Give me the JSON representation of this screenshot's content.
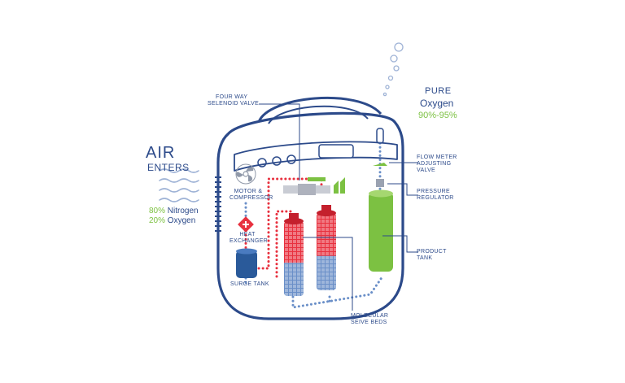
{
  "air": {
    "title": "AIR",
    "subtitle": "ENTERS",
    "nitrogen_pct": "80%",
    "nitrogen_label": " Nitrogen",
    "oxygen_pct": "20%",
    "oxygen_label": " Oxygen"
  },
  "pure": {
    "title": "PURE",
    "subtitle": "Oxygen",
    "range": "90%-95%"
  },
  "labels": {
    "valve_line1": "FOUR WAY",
    "valve_line2": "SELENOID VALVE",
    "motor_line1": "MOTOR &",
    "motor_line2": "COMPRESSOR",
    "heat_line1": "HEAT",
    "heat_line2": "EXCHANGER",
    "surge": "SURGE TANK",
    "flow_line1": "FLOW METER",
    "flow_line2": "ADJUSTING",
    "flow_line3": "VALVE",
    "pressure_line1": "PRESSURE",
    "pressure_line2": "REGULATOR",
    "product_line1": "PRODUCT",
    "product_line2": "TANK",
    "sieve_line1": "MOLECULAR",
    "sieve_line2": "SEIVE BEDS"
  },
  "colors": {
    "navy": "#2c4a8a",
    "red": "#e8313f",
    "blue_dots": "#6a8fc8",
    "green": "#7cc142",
    "tank_blue": "#2a5a9a"
  }
}
